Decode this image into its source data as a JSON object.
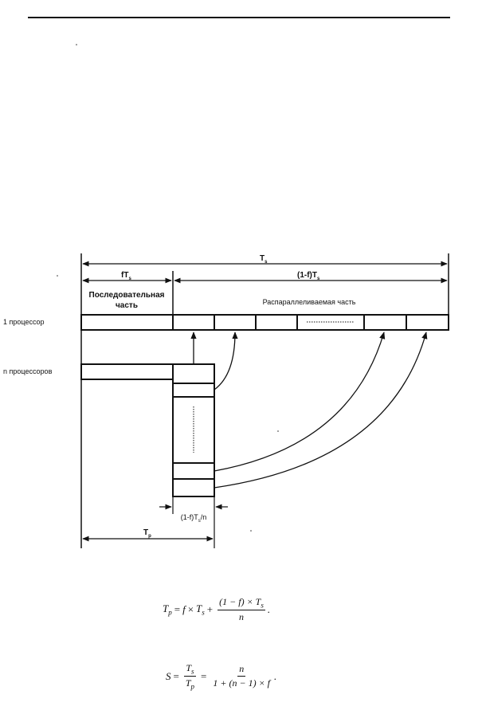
{
  "diagram": {
    "labels": {
      "ts_total": "T",
      "ts_total_sub": "s",
      "fts": "fT",
      "fts_sub": "s",
      "one_minus_f_ts": "(1-f)T",
      "one_minus_f_ts_sub": "s",
      "sequential_part_line1": "Последовательная",
      "sequential_part_line2": "часть",
      "parallel_part": "Распараллеливаемая часть",
      "one_processor": "1 процессор",
      "n_processors": "n процессоров",
      "parallel_time": "(1-f)T",
      "parallel_time_sub": "s",
      "parallel_time_suffix": "/n",
      "tp": "T",
      "tp_sub": "p"
    }
  },
  "formulas": {
    "tp": {
      "lhs": "T",
      "lhs_sub": "p",
      "eq": "=",
      "f": "f",
      "times": "×",
      "ts": "T",
      "ts_sub": "s",
      "plus": "+",
      "num": "(1 − f) × T",
      "num_sub": "s",
      "den": "n",
      "end": "."
    },
    "speedup": {
      "lhs": "S",
      "eq": "=",
      "frac1_num": "T",
      "frac1_num_sub": "s",
      "frac1_den": "T",
      "frac1_den_sub": "p",
      "eq2": "=",
      "frac2_num": "n",
      "frac2_den": "1 + (n − 1) × f",
      "end": "."
    }
  }
}
